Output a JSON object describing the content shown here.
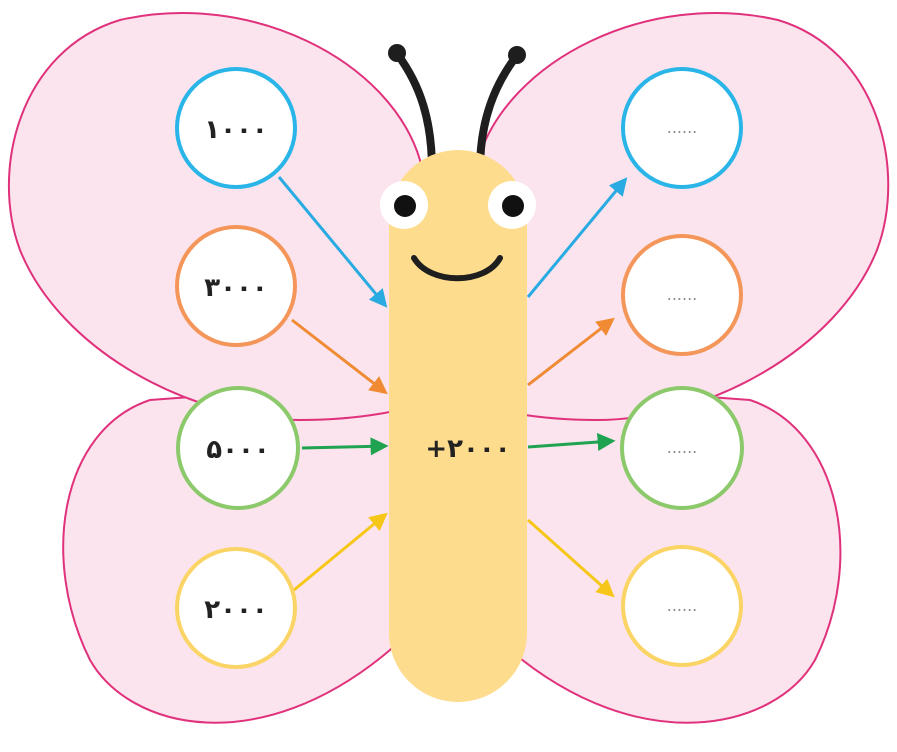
{
  "diagram": {
    "operation_label": "+۲۰۰۰",
    "inputs": [
      {
        "value": "۱۰۰۰",
        "color": "#29b5e8"
      },
      {
        "value": "۳۰۰۰",
        "color": "#f4965a"
      },
      {
        "value": "۵۰۰۰",
        "color": "#8cc96b"
      },
      {
        "value": "۲۰۰۰",
        "color": "#fbd466"
      }
    ],
    "outputs": [
      {
        "value": "......",
        "color": "#29b5e8"
      },
      {
        "value": "......",
        "color": "#f4965a"
      },
      {
        "value": "......",
        "color": "#8cc96b"
      },
      {
        "value": "......",
        "color": "#fbd466"
      }
    ],
    "arrow_colors": [
      "#29abe2",
      "#f08a33",
      "#1fa350",
      "#f6c719"
    ],
    "wing_fill": "#fbe4ee",
    "wing_stroke": "#e0327c",
    "body_fill": "#fddc8d"
  }
}
